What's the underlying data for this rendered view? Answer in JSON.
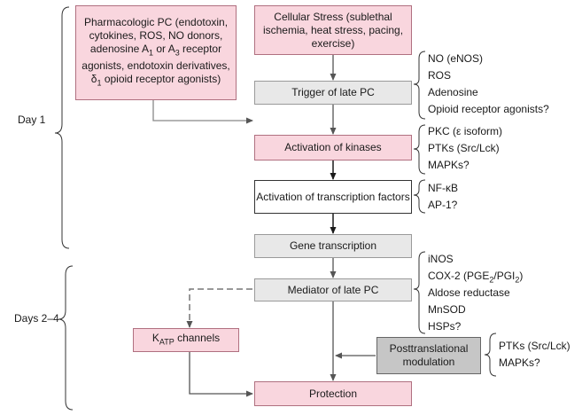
{
  "days": {
    "day1": "Day 1",
    "days24": "Days 2–4"
  },
  "boxes": {
    "pharmacologic": {
      "title": "Pharmacologic PC",
      "l1": "(endotoxin, cytokines, ROS,",
      "l2": "NO donors, adenosine A",
      "l2_sub": "1",
      "l2_end": " or",
      "l3_pre": "A",
      "l3_sub": "3",
      "l3_end": " receptor agonists,",
      "l4": "endotoxin derivatives, δ",
      "l4_sub": "1",
      "l5": "opioid receptor agonists)"
    },
    "cellular_stress": {
      "title": "Cellular Stress",
      "l1": "(sublethal ischemia, heat",
      "l2": "stress, pacing, exercise)"
    },
    "trigger": "Trigger of late PC",
    "kinases": "Activation of kinases",
    "transcription_factors": {
      "l1": "Activation of transcription",
      "l2": "factors"
    },
    "gene_transcription": "Gene transcription",
    "mediator": "Mediator of late PC",
    "katp": {
      "pre": "K",
      "sub": "ATP",
      "post": " channels"
    },
    "posttranslational": {
      "l1": "Posttranslational",
      "l2": "modulation"
    },
    "protection": "Protection"
  },
  "lists": {
    "triggers": [
      "NO (eNOS)",
      "ROS",
      "Adenosine",
      "Opioid receptor agonists?"
    ],
    "kinases": [
      "PKC (ε isoform)",
      "PTKs (Src/Lck)",
      "MAPKs?"
    ],
    "factors": [
      "NF-κB",
      "AP-1?"
    ],
    "mediators": {
      "m1": "iNOS",
      "m2_pre": "COX-2 (PGE",
      "m2_sub1": "2",
      "m2_mid": "/PGI",
      "m2_sub2": "2",
      "m2_end": ")",
      "m3": "Aldose reductase",
      "m4": "MnSOD",
      "m5": "HSPs?"
    },
    "post_kinases": [
      "PTKs (Src/Lck)",
      "MAPKs?"
    ]
  },
  "colors": {
    "pink_fill": "#f9d6de",
    "grey_fill": "#e8e8e8",
    "dark_fill": "#c6c6c6",
    "line": "#555555"
  }
}
